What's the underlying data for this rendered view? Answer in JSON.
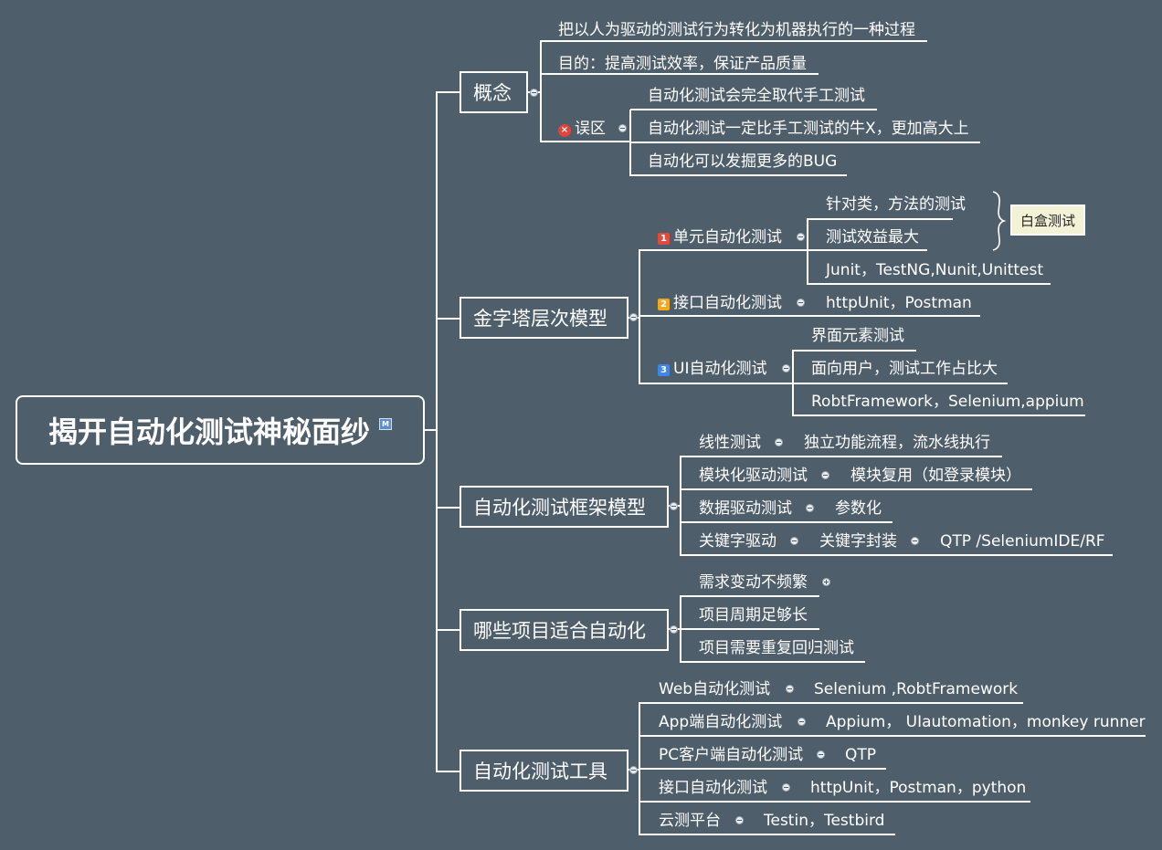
{
  "root": {
    "title": "揭开自动化测试神秘面纱",
    "marker": "M"
  },
  "branches": {
    "concept": {
      "label": "概念",
      "items": [
        "把以人为驱动的测试行为转化为机器执行的一种过程",
        "目的：提高测试效率，保证产品质量"
      ],
      "misc": {
        "label": "误区",
        "items": [
          "自动化测试会完全取代手工测试",
          "自动化测试一定比手工测试的牛X，更加高大上",
          "自动化可以发掘更多的BUG"
        ]
      }
    },
    "pyramid": {
      "label": "金字塔层次模型",
      "unit": {
        "num": "1",
        "color": "#e04b3f",
        "label": "单元自动化测试",
        "items": [
          "针对类，方法的测试",
          "测试效益最大",
          "Junit，TestNG,Nunit,Unittest"
        ],
        "callout": "白盒测试"
      },
      "api": {
        "num": "2",
        "color": "#f0a81c",
        "label": "接口自动化测试",
        "item": "httpUnit，Postman"
      },
      "ui": {
        "num": "3",
        "color": "#3f86e6",
        "label": "UI自动化测试",
        "items": [
          "界面元素测试",
          "面向用户，测试工作占比大",
          "RobtFramework，Selenium,appium"
        ]
      }
    },
    "framework": {
      "label": "自动化测试框架模型",
      "rows": [
        {
          "label": "线性测试",
          "detail": "独立功能流程，流水线执行"
        },
        {
          "label": "模块化驱动测试",
          "detail": "模块复用（如登录模块）"
        },
        {
          "label": "数据驱动测试",
          "detail": "参数化"
        },
        {
          "label": "关键字驱动",
          "detail": "关键字封装",
          "detail2": "QTP /SeleniumIDE/RF"
        }
      ]
    },
    "suitable": {
      "label": "哪些项目适合自动化",
      "items": [
        "需求变动不频繁",
        "项目周期足够长",
        "项目需要重复回归测试"
      ]
    },
    "tools": {
      "label": "自动化测试工具",
      "rows": [
        {
          "label": "Web自动化测试",
          "detail": "Selenium ,RobtFramework"
        },
        {
          "label": "App端自动化测试",
          "detail": "Appium， UIautomation，monkey runner"
        },
        {
          "label": "PC客户端自动化测试",
          "detail": "QTP"
        },
        {
          "label": "接口自动化测试",
          "detail": "httpUnit，Postman，python"
        },
        {
          "label": "云测平台",
          "detail": "Testin，Testbird"
        }
      ]
    }
  },
  "colors": {
    "background": "#4f5e6b",
    "line": "#ffffff",
    "callout_bg": "#f4f2d6"
  }
}
